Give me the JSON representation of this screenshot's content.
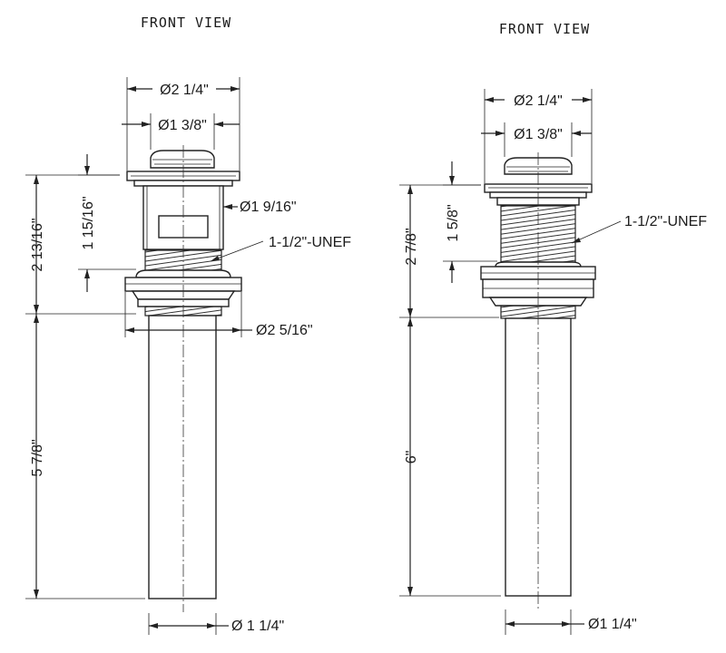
{
  "left": {
    "title": "FRONT VIEW",
    "dims": {
      "top_outer": "Ø2 1/4\"",
      "top_inner": "Ø1 3/8\"",
      "body_dia": "Ø1 9/16\"",
      "thread": "1-1/2\"-UNEF",
      "flange_dia": "Ø2 5/16\"",
      "tail_dia": "Ø 1 1/4\"",
      "height_upper": "2 13/16\"",
      "height_body": "1 15/16\"",
      "height_tail": "5 7/8\""
    }
  },
  "right": {
    "title": "FRONT VIEW",
    "dims": {
      "top_outer": "Ø2 1/4\"",
      "top_inner": "Ø1 3/8\"",
      "thread": "1-1/2\"-UNEF",
      "height_thread": "1 5/8\"",
      "height_upper": "2 7/8\"",
      "height_tail": "6\"",
      "tail_dia": "Ø1 1/4\""
    }
  }
}
